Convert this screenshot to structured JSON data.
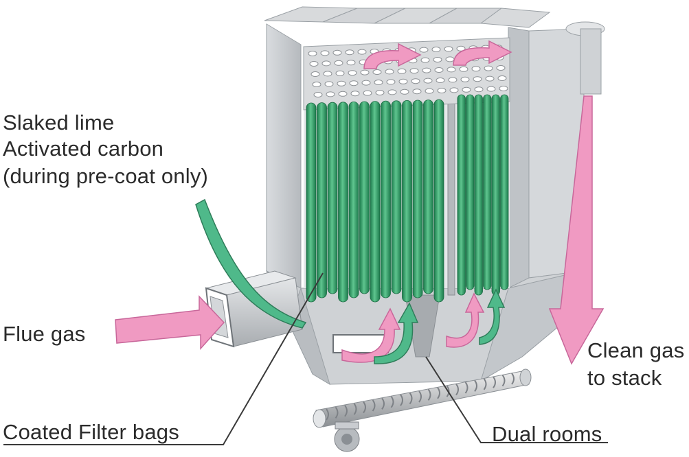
{
  "labels": {
    "additive_line1": "Slaked lime",
    "additive_line2": "Activated carbon",
    "additive_line3": "(during pre-coat only)",
    "flue_gas": "Flue gas",
    "clean_gas_line1": "Clean gas",
    "clean_gas_line2": "to stack",
    "filter_bags": "Coated Filter bags",
    "dual_rooms": "Dual rooms"
  },
  "colors": {
    "flow_arrow": "#f09ac2",
    "additive_arrow": "#4fb98a",
    "filter_bag": "#2fa06a",
    "housing": "#c9ccd0",
    "leader_line": "#3a3a3a"
  }
}
